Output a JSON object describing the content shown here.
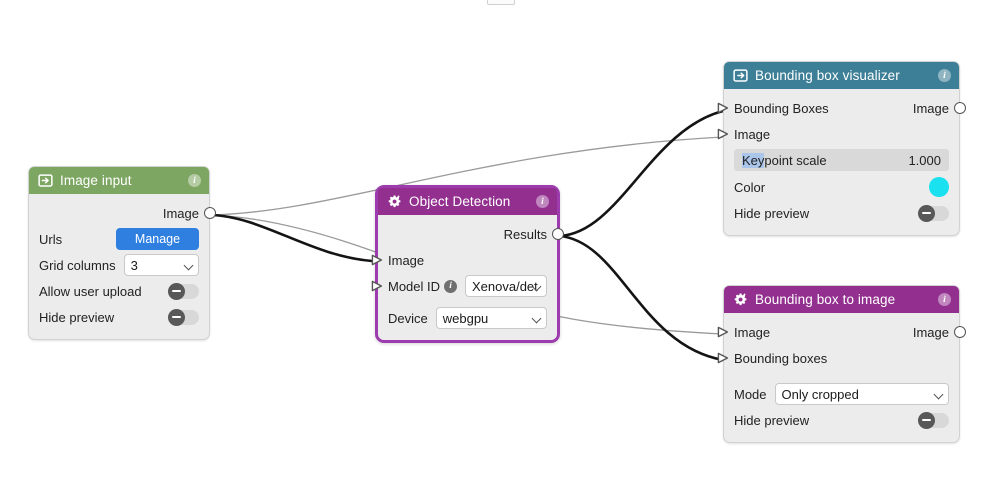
{
  "canvas": {
    "background": "#ffffff",
    "edge_color_data": "#1a1a1a",
    "edge_color_image": "#9a9a9a"
  },
  "colors": {
    "header_green": "#7ea663",
    "header_purple": "#93308f",
    "header_teal": "#3d7f96",
    "node_body": "#ececec",
    "button_blue": "#2f7fe0",
    "swatch_cyan": "#19e1f0",
    "selection_highlight": "#aac6ea",
    "selected_border": "#9c3cae"
  },
  "nodes": [
    {
      "id": "image-input",
      "title": "Image input",
      "header_icon": "login-arrow-icon",
      "info_icon": "info-icon",
      "accent": "#7ea663",
      "outputs": [
        {
          "label": "Image"
        }
      ],
      "widgets": [
        {
          "type": "button",
          "label": "Urls",
          "value": "Manage"
        },
        {
          "type": "select",
          "label": "Grid columns",
          "value": "3"
        },
        {
          "type": "toggle",
          "label": "Allow user upload",
          "value": "off"
        },
        {
          "type": "toggle",
          "label": "Hide preview",
          "value": "off"
        }
      ]
    },
    {
      "id": "object-detection",
      "title": "Object Detection",
      "header_icon": "gear-sparkle-icon",
      "info_icon": "info-icon",
      "accent": "#93308f",
      "selected": true,
      "outputs": [
        {
          "label": "Results"
        }
      ],
      "inputs": [
        {
          "label": "Image"
        }
      ],
      "widgets": [
        {
          "type": "select",
          "label": "Model ID",
          "value": "Xenova/det",
          "has_info": true
        },
        {
          "type": "select",
          "label": "Device",
          "value": "webgpu"
        }
      ]
    },
    {
      "id": "bounding-box-visualizer",
      "title": "Bounding box visualizer",
      "header_icon": "logout-arrow-icon",
      "info_icon": "info-icon",
      "accent": "#3d7f96",
      "inputs": [
        {
          "label": "Bounding Boxes"
        },
        {
          "label": "Image"
        }
      ],
      "outputs": [
        {
          "label": "Image"
        }
      ],
      "widgets": [
        {
          "type": "slider",
          "label": "Keypoint scale",
          "value": "1.000",
          "highlight_prefix": "Key",
          "highlight_rest": "point scale"
        },
        {
          "type": "color",
          "label": "Color",
          "value": "#19e1f0"
        },
        {
          "type": "toggle",
          "label": "Hide preview",
          "value": "off"
        }
      ]
    },
    {
      "id": "bounding-box-to-image",
      "title": "Bounding box to image",
      "header_icon": "gear-sparkle-icon",
      "info_icon": "info-icon",
      "accent": "#93308f",
      "inputs": [
        {
          "label": "Image"
        },
        {
          "label": "Bounding boxes"
        }
      ],
      "outputs": [
        {
          "label": "Image"
        }
      ],
      "widgets": [
        {
          "type": "select",
          "label": "Mode",
          "value": "Only cropped"
        },
        {
          "type": "toggle",
          "label": "Hide preview",
          "value": "off"
        }
      ]
    }
  ],
  "edges": [
    {
      "from": "image-input.Image",
      "to": "object-detection.Image",
      "kind": "data"
    },
    {
      "from": "image-input.Image",
      "to": "bounding-box-visualizer.Image",
      "kind": "image"
    },
    {
      "from": "image-input.Image",
      "to": "bounding-box-to-image.Image",
      "kind": "image"
    },
    {
      "from": "object-detection.Results",
      "to": "bounding-box-visualizer.Bounding Boxes",
      "kind": "data"
    },
    {
      "from": "object-detection.Results",
      "to": "bounding-box-to-image.Bounding boxes",
      "kind": "data"
    }
  ]
}
